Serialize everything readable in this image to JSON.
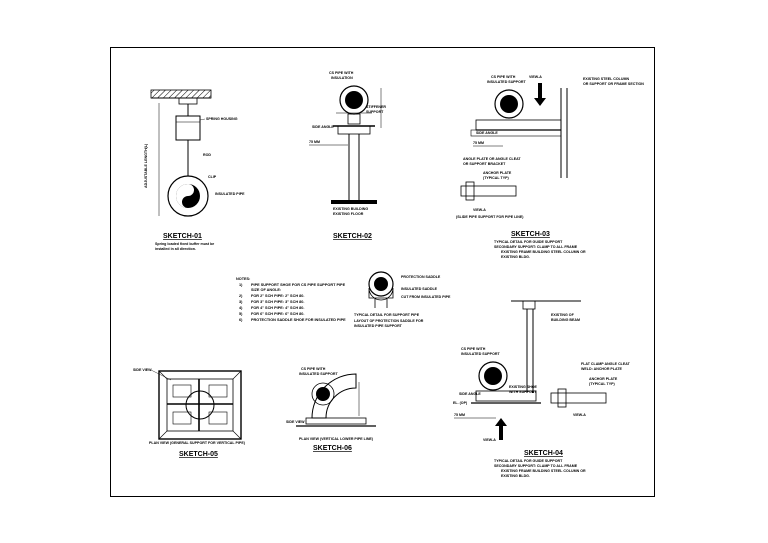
{
  "sheet": {
    "border_color": "#000000"
  },
  "sketch01": {
    "title": "SKETCH-01",
    "note_line1": "Spring loaded fixed buffer must be",
    "note_line2": "installed in all direction.",
    "label_spring": "SPRING HOUSING",
    "label_rod": "ROD",
    "label_clip": "CLIP",
    "label_pipe": "INSULATED PIPE",
    "dim_vertical": "ADJUSTABLE LENGTH(L)"
  },
  "sketch02": {
    "title": "SKETCH-02",
    "label_cs_pipe": "CS PIPE WITH",
    "label_insulation": "INSULATION",
    "label_stiffener": "STIFFENER",
    "label_sup": "SUPPORT",
    "label_side": "SIDE ANGLE",
    "dim_75": "75 MM",
    "label_base_1": "EXISTING BUILDING",
    "label_base_2": "EXISTING FLOOR"
  },
  "sketch03": {
    "title": "SKETCH-03",
    "label_cs_pipe": "CS PIPE WITH",
    "label_insulation": "INSULATED SUPPORT",
    "label_existing": "EXISTING STEEL COLUMN",
    "label_existing2": "OR SUPPORT OR FRAME SECTION",
    "label_side": "SIDE ANGLE",
    "dim_75": "75 MM",
    "label_section": "VIEW-A",
    "label_plate_1": "ANGLE PLATE OR ANGLE CLEAT",
    "label_plate_2": "OR SUPPORT BRACKET",
    "label_anchor": "ANCHOR PLATE",
    "label_anchor2": "(TYPICAL TYP)",
    "caption": "VIEW-A",
    "caption2": "(SLIDE PIPE SUPPORT FOR PIPE LINE)",
    "note_1": "TYPICAL DETAIL FOR GUIDE SUPPORT",
    "note_2a": "SECONDARY SUPPORT: CLAMP TO ALL FRAME",
    "note_2b": "EXISTING FRAME BUILDING STEEL COLUMN OR",
    "note_2c": "EXISTING BLDG."
  },
  "notes": {
    "heading": "NOTES:",
    "items": [
      "PIPE SUPPORT SHOE FOR CS PIPE SUPPORT PIPE",
      "SIZE OF ANGLE:",
      "FOR 2\" SCH PIPE: 2\" SCH 80.",
      "FOR 3\" SCH PIPE: 3\" SCH 80.",
      "FOR 4\" SCH PIPE: 4\" SCH 80.",
      "FOR 6\" SCH PIPE: 6\" SCH 80.",
      "PROTECTION SADDLE SHOE FOR INSULATED PIPE"
    ],
    "numbers": [
      "1)",
      "2)",
      "3)",
      "4)",
      "5)",
      "6)"
    ],
    "detail_label_1": "PROTECTION SADDLE",
    "detail_label_2": "INSULATED SADDLE",
    "detail_label_3": "CUT FROM INSULATED PIPE",
    "detail_caption_1": "TYPICAL DETAIL FOR SUPPORT PIPE",
    "detail_caption_2": "LAYOUT OF PROTECTION SADDLE FOR",
    "detail_caption_3": "INSULATED PIPE SUPPORT"
  },
  "sketch04": {
    "title": "SKETCH-04",
    "label_cs_pipe": "CS PIPE WITH",
    "label_insulation": "INSULATED SUPPORT",
    "label_existing": "EXISTING SHOE",
    "label_existing2": "WITH SUPPORT",
    "label_side": "SIDE ANGLE",
    "dim_75": "75 MM",
    "label_el": "EL. (OP)",
    "label_clamp_1": "FLAT CLAMP ANGLE CLEAT",
    "label_clamp_2": "WELD: ANCHOR PLATE",
    "label_anchor": "ANCHOR PLATE",
    "label_anchor2": "(TYPICAL TYP)",
    "label_view": "VIEW-A",
    "label_beam": "EXISTING OF",
    "label_beam2": "BUILDING BEAM",
    "note_1": "TYPICAL DETAIL FOR GUIDE SUPPORT",
    "note_2a": "SECONDARY SUPPORT: CLAMP TO ALL FRAME",
    "note_2b": "EXISTING FRAME BUILDING STEEL COLUMN OR",
    "note_2c": "EXISTING BLDG."
  },
  "sketch05": {
    "title": "SKETCH-05",
    "label_side": "SIDE VIEW",
    "caption": "PLAN VIEW (GENERAL SUPPORT FOR VERTICAL PIPE)"
  },
  "sketch06": {
    "title": "SKETCH-06",
    "label_cs_pipe": "CS PIPE WITH",
    "label_insulation": "INSULATED SUPPORT",
    "label_side": "SIDE VIEW",
    "caption": "PLAN VIEW (VERTICAL LOWER PIPE LINE)"
  }
}
